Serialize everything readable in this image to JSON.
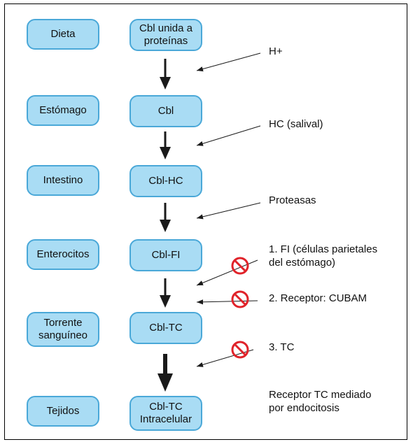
{
  "stages": [
    {
      "stage": "Dieta",
      "form": "Cbl unida a\nproteínas"
    },
    {
      "stage": "Estómago",
      "form": "Cbl"
    },
    {
      "stage": "Intestino",
      "form": "Cbl-HC"
    },
    {
      "stage": "Enterocitos",
      "form": "Cbl-FI"
    },
    {
      "stage": "Torrente\nsanguíneo",
      "form": "Cbl-TC"
    },
    {
      "stage": "Tejidos",
      "form": "Cbl-TC\nIntracelular"
    }
  ],
  "factors": [
    {
      "text": "H+"
    },
    {
      "text": "HC (salival)"
    },
    {
      "text": "Proteasas"
    },
    {
      "text": "1. FI (células parietales\ndel estómago)",
      "blocked": true
    },
    {
      "text": "2. Receptor: CUBAM",
      "blocked": true
    },
    {
      "text": "3. TC",
      "blocked": true
    },
    {
      "text": "Receptor TC mediado\npor endocitosis"
    }
  ],
  "colors": {
    "box_fill": "#a9dcf4",
    "box_border": "#4aa8d8",
    "block_symbol": "#e0232a",
    "arrow": "#1a1a1a"
  }
}
